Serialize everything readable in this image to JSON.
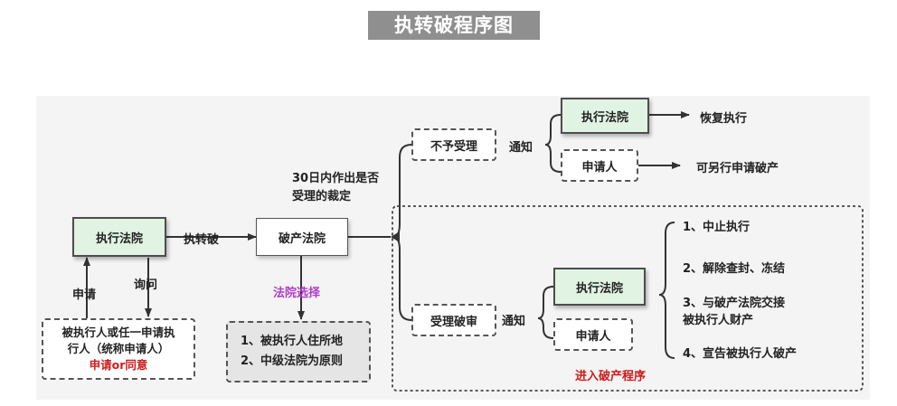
{
  "title": "执转破程序图",
  "colors": {
    "title_bg": "#8f8f8f",
    "green_box": "#e1f4e3",
    "red_text": "#cc1b1b",
    "purple_text": "#b03cc8"
  },
  "nodes": {
    "exec_court_left": "执行法院",
    "bankruptcy_court": "破产法院",
    "applicant_line1": "被执行人或任一申请执",
    "applicant_line2": "行人（统称申请人）",
    "applicant_note": "申请or同意",
    "court_choice_line1": "1、被执行人住所地",
    "court_choice_line2": "2、中级法院为原则",
    "not_accept": "不予受理",
    "accept": "受理破审",
    "exec_court_top": "执行法院",
    "applicant_top": "申请人",
    "exec_court_bottom": "执行法院",
    "applicant_bottom": "申请人"
  },
  "labels": {
    "zhizhuanpo": "执转破",
    "apply": "申请",
    "inquire": "询问",
    "court_select": "法院选择",
    "within30_line1": "30日内作出是否",
    "within30_line2": "受理的裁定",
    "notify_top": "通知",
    "notify_bottom": "通知",
    "resume": "恢复执行",
    "another_apply": "可另行申请破产",
    "enter": "进入破产程序"
  },
  "results": [
    "1、中止执行",
    "2、解除查封、冻结",
    "3、与破产法院交接",
    "被执行人财产",
    "4、宣告被执行人破产"
  ]
}
